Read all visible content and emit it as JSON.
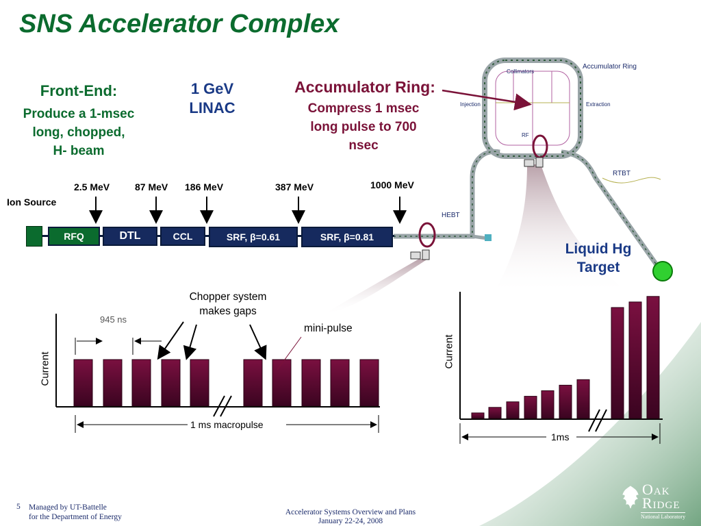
{
  "slide": {
    "title": "SNS Accelerator Complex",
    "slide_number": "5",
    "footer_left_line1": "Managed by UT-Battelle",
    "footer_left_line2": "for the Department of Energy",
    "footer_center_line1": "Accelerator Systems Overview and Plans",
    "footer_center_line2": "January 22-24, 2008",
    "logo_line1": "Oak",
    "logo_line2": "Ridge",
    "logo_line3": "National Laboratory",
    "colors": {
      "title_green": "#0b6b2e",
      "linac_blue": "#1a3a86",
      "ring_maroon": "#7a1238",
      "segment_green": "#0b6b2e",
      "segment_navy": "#162a5e",
      "bar_maroon": "#6e0d36"
    }
  },
  "front_end": {
    "heading": "Front-End:",
    "line1": "Produce a 1-msec",
    "line2": "long, chopped,",
    "line3": "H- beam"
  },
  "linac": {
    "line1": "1 GeV",
    "line2": "LINAC"
  },
  "accumulator": {
    "heading": "Accumulator Ring:",
    "line1": "Compress 1 msec",
    "line2": "long pulse to 700",
    "line3": "nsec"
  },
  "target_label_line1": "Liquid Hg",
  "target_label_line2": "Target",
  "ion_source_label": "Ion Source",
  "energies": [
    "2.5 MeV",
    "87 MeV",
    "186 MeV",
    "387 MeV",
    "1000 MeV"
  ],
  "segments": {
    "rfq": "RFQ",
    "dtl": "DTL",
    "ccl": "CCL",
    "srf1": "SRF, β=0.61",
    "srf2": "SRF, β=0.81"
  },
  "ring_labels": {
    "accumulator_ring": "Accumulator Ring",
    "collimators": "Collimators",
    "injection": "Injection",
    "extraction": "Extraction",
    "rf": "RF",
    "rtbt": "RTBT",
    "hebt": "HEBT"
  },
  "macropulse_chart": {
    "ylabel": "Current",
    "spacing_label": "945 ns",
    "chopper_label_line1": "Chopper system",
    "chopper_label_line2": "makes gaps",
    "minipulse_label": "mini-pulse",
    "span_label": "1 ms macropulse"
  },
  "ring_chart": {
    "ylabel": "Current",
    "span_label": "1ms"
  },
  "chart_data": [
    {
      "type": "bar",
      "ylabel": "Current",
      "xlabel": "1 ms macropulse",
      "values": [
        1,
        1,
        1,
        1,
        1,
        1,
        1,
        1,
        1,
        1
      ],
      "annotations": [
        "945 ns",
        "Chopper system makes gaps",
        "mini-pulse"
      ]
    },
    {
      "type": "bar",
      "ylabel": "Current",
      "xlabel": "1ms",
      "values": [
        1,
        2,
        3,
        4,
        5,
        6,
        7,
        20,
        21,
        22
      ]
    }
  ]
}
